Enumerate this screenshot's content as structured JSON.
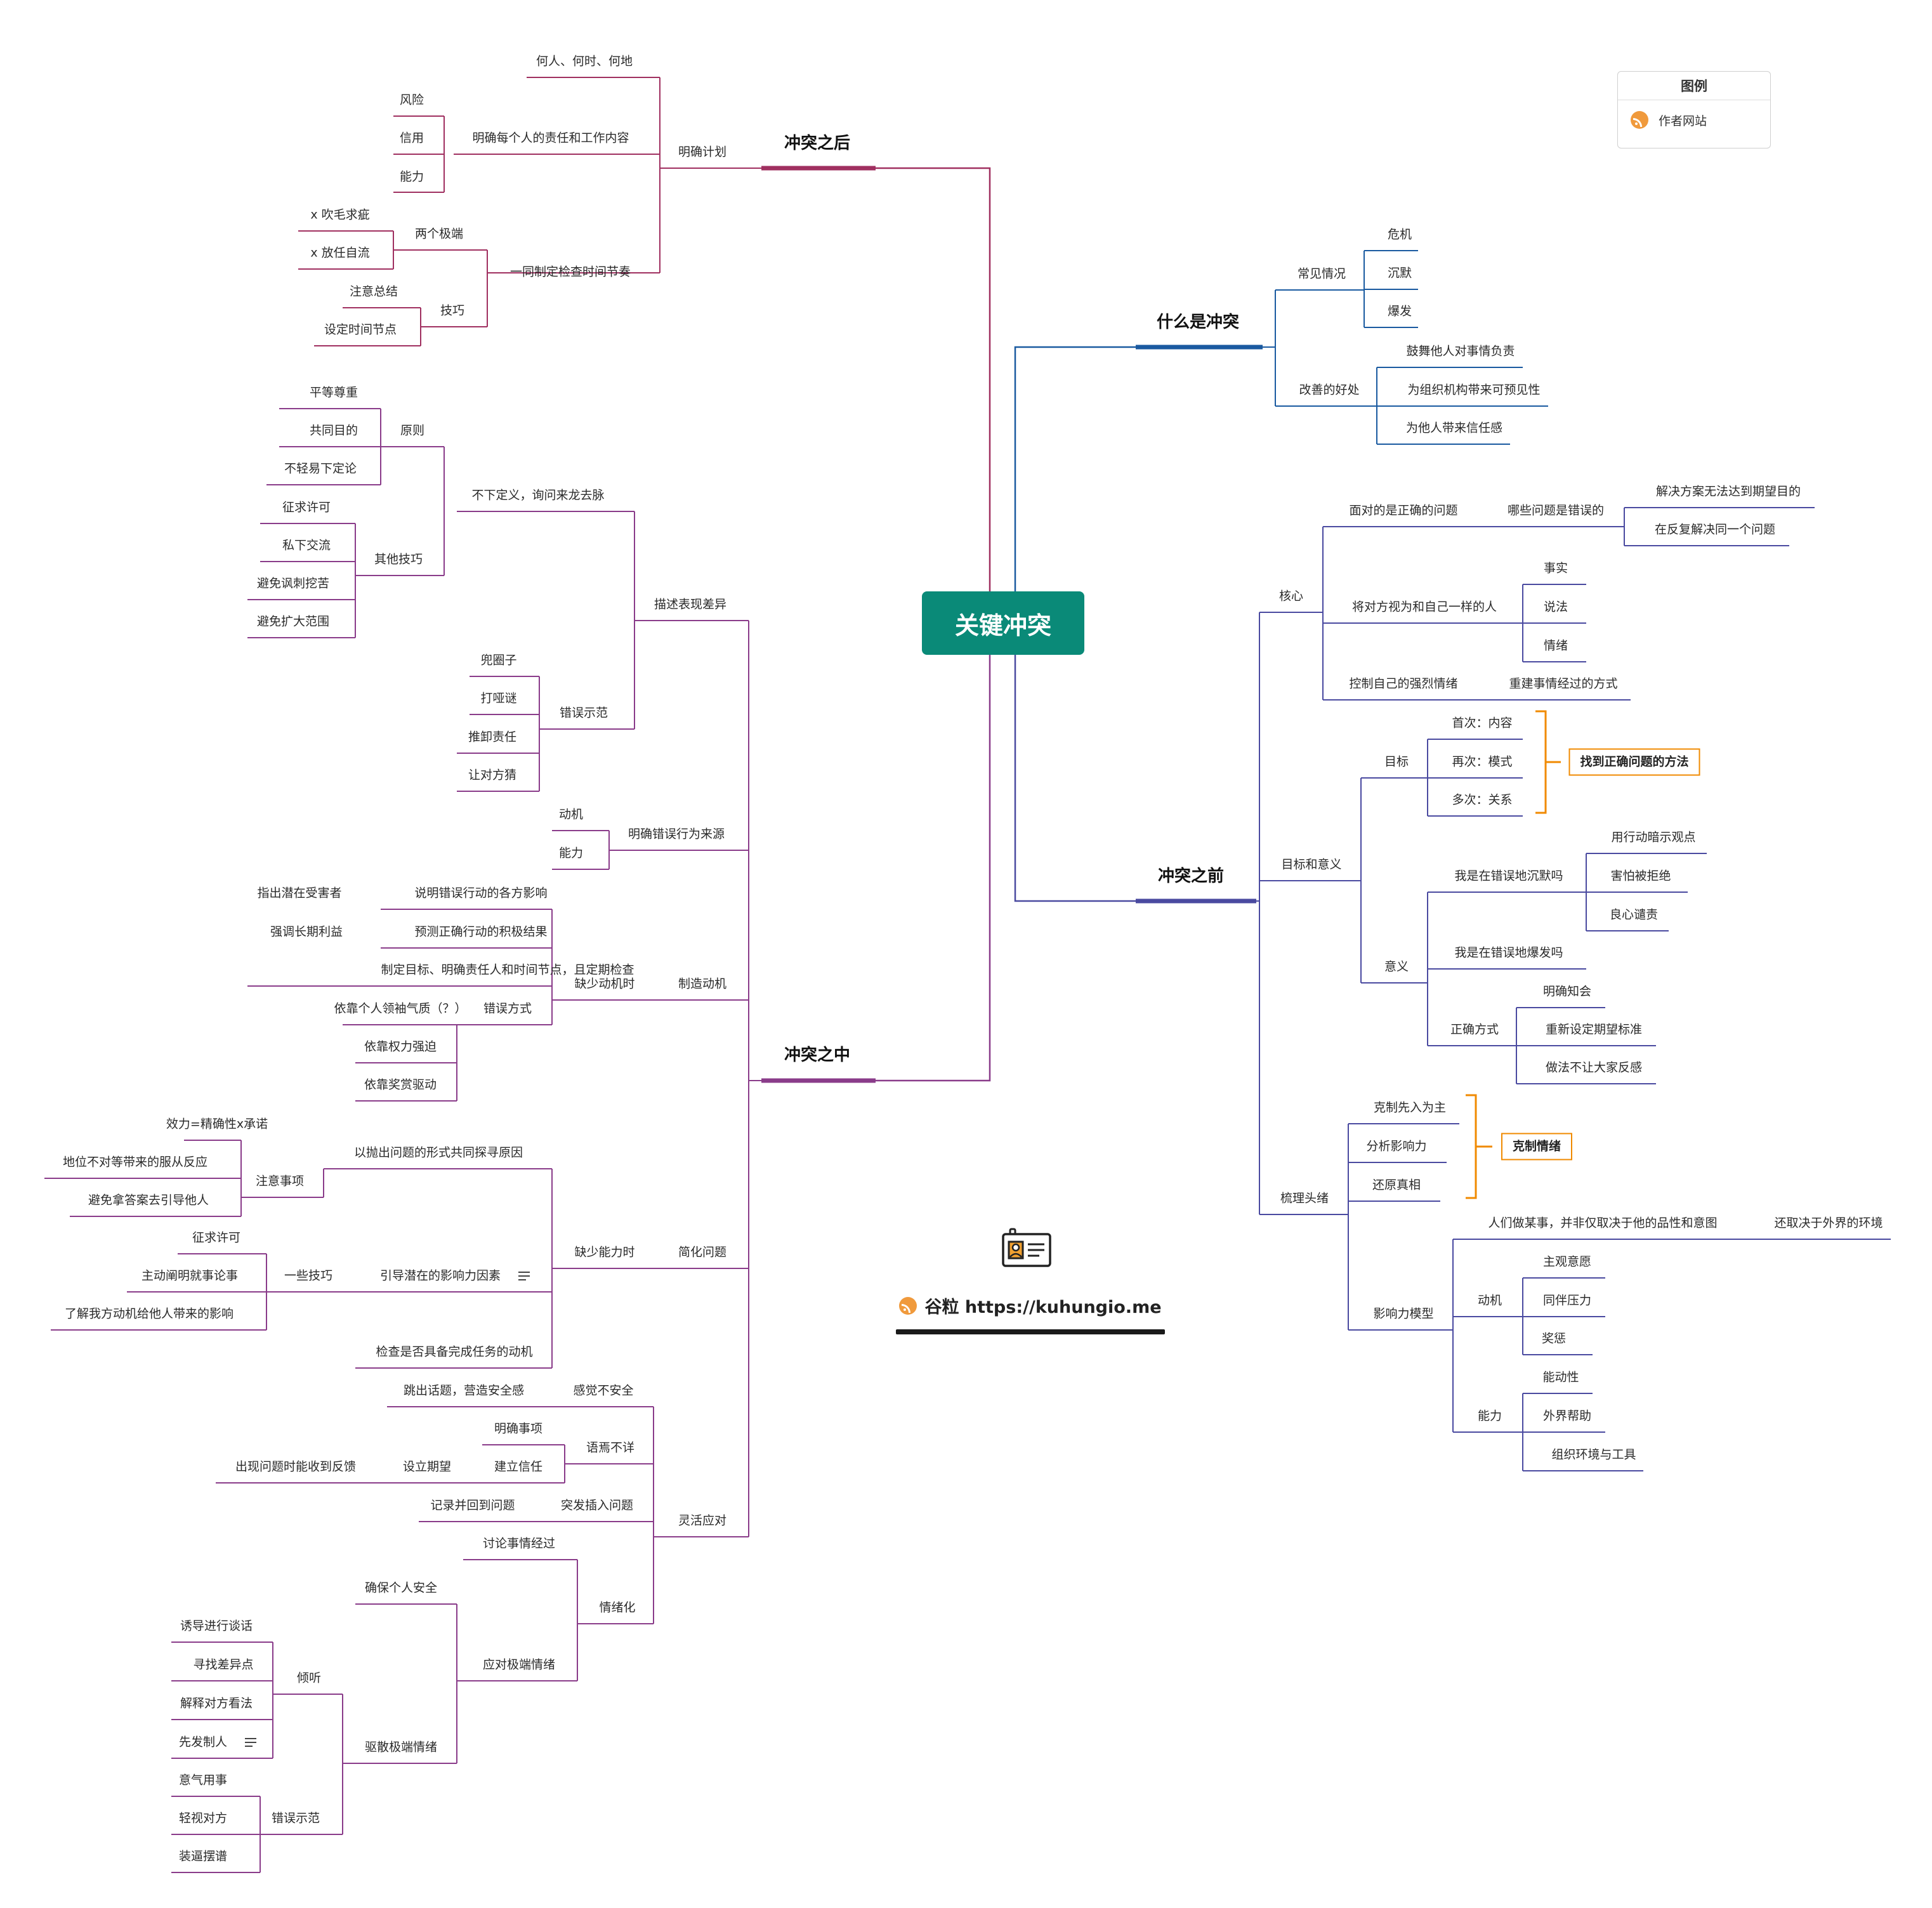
{
  "root": "关键冲突",
  "legend": {
    "title": "图例",
    "items": [
      {
        "label": "作者网站",
        "icon": "rss-icon"
      }
    ]
  },
  "brand": {
    "name": "谷粒 https://kuhungio.me",
    "icon": "id-card-icon"
  },
  "colors": {
    "root": "#0a8a78",
    "after": "#a03060",
    "during": "#8a3c8a",
    "what": "#1a5aa0",
    "before": "#4a4aa0",
    "highlight": "#f08a00"
  },
  "branches": {
    "after": {
      "label": "冲突之后",
      "children": [
        {
          "label": "明确计划",
          "children": [
            {
              "label": "何人、何时、何地"
            },
            {
              "label": "明确每个人的责任和工作内容",
              "children": [
                {
                  "label": "风险"
                },
                {
                  "label": "信用"
                },
                {
                  "label": "能力"
                }
              ]
            },
            {
              "label": "一同制定检查时间节奏",
              "children": [
                {
                  "label": "两个极端",
                  "children": [
                    {
                      "label": "x 吹毛求疵"
                    },
                    {
                      "label": "x 放任自流"
                    }
                  ]
                },
                {
                  "label": "技巧",
                  "children": [
                    {
                      "label": "注意总结"
                    },
                    {
                      "label": "设定时间节点"
                    }
                  ]
                }
              ]
            }
          ]
        }
      ]
    },
    "during": {
      "label": "冲突之中",
      "children": [
        {
          "label": "描述表现差异",
          "children": [
            {
              "label": "不下定义，询问来龙去脉",
              "children": [
                {
                  "label": "原则",
                  "children": [
                    {
                      "label": "平等尊重"
                    },
                    {
                      "label": "共同目的"
                    },
                    {
                      "label": "不轻易下定论"
                    }
                  ]
                },
                {
                  "label": "其他技巧",
                  "children": [
                    {
                      "label": "征求许可"
                    },
                    {
                      "label": "私下交流"
                    },
                    {
                      "label": "避免讽刺挖苦"
                    },
                    {
                      "label": "避免扩大范围"
                    }
                  ]
                }
              ]
            },
            {
              "label": "错误示范",
              "children": [
                {
                  "label": "兜圈子"
                },
                {
                  "label": "打哑谜"
                },
                {
                  "label": "推卸责任"
                },
                {
                  "label": "让对方猜"
                }
              ]
            }
          ]
        },
        {
          "label": "明确错误行为来源",
          "children": [
            {
              "label": "动机"
            },
            {
              "label": "能力"
            }
          ]
        },
        {
          "label": "制造动机",
          "children": [
            {
              "label": "缺少动机时",
              "children": [
                {
                  "label": "说明错误行动的各方影响",
                  "children": [
                    {
                      "label": "指出潜在受害者"
                    }
                  ]
                },
                {
                  "label": "预测正确行动的积极结果",
                  "children": [
                    {
                      "label": "强调长期利益"
                    }
                  ]
                },
                {
                  "label": "制定目标、明确责任人和时间节点，且定期检查"
                },
                {
                  "label": "错误方式",
                  "children": [
                    {
                      "label": "依靠个人领袖气质（？）"
                    },
                    {
                      "label": "依靠权力强迫"
                    },
                    {
                      "label": "依靠奖赏驱动"
                    }
                  ]
                }
              ]
            }
          ]
        },
        {
          "label": "简化问题",
          "children": [
            {
              "label": "缺少能力时",
              "children": [
                {
                  "label": "以抛出问题的形式共同探寻原因",
                  "children": [
                    {
                      "label": "注意事项",
                      "children": [
                        {
                          "label": "效力=精确性x承诺"
                        },
                        {
                          "label": "地位不对等带来的服从反应"
                        },
                        {
                          "label": "避免拿答案去引导他人"
                        }
                      ]
                    }
                  ]
                },
                {
                  "label": "引导潜在的影响力因素",
                  "children": [
                    {
                      "label": "一些技巧",
                      "children": [
                        {
                          "label": "征求许可"
                        },
                        {
                          "label": "主动阐明就事论事"
                        },
                        {
                          "label": "了解我方动机给他人带来的影响"
                        }
                      ]
                    }
                  ]
                },
                {
                  "label": "检查是否具备完成任务的动机"
                }
              ]
            }
          ]
        },
        {
          "label": "灵活应对",
          "children": [
            {
              "label": "感觉不安全",
              "children": [
                {
                  "label": "跳出话题，营造安全感"
                }
              ]
            },
            {
              "label": "语焉不详",
              "children": [
                {
                  "label": "明确事项"
                },
                {
                  "label": "建立信任",
                  "children": [
                    {
                      "label": "设立期望",
                      "children": [
                        {
                          "label": "出现问题时能收到反馈"
                        }
                      ]
                    }
                  ]
                }
              ]
            },
            {
              "label": "突发插入问题",
              "children": [
                {
                  "label": "记录并回到问题"
                }
              ]
            },
            {
              "label": "情绪化",
              "children": [
                {
                  "label": "讨论事情经过"
                },
                {
                  "label": "应对极端情绪",
                  "children": [
                    {
                      "label": "确保个人安全"
                    },
                    {
                      "label": "驱散极端情绪",
                      "children": [
                        {
                          "label": "倾听",
                          "children": [
                            {
                              "label": "诱导进行谈话"
                            },
                            {
                              "label": "寻找差异点"
                            },
                            {
                              "label": "解释对方看法"
                            },
                            {
                              "label": "先发制人"
                            }
                          ]
                        },
                        {
                          "label": "错误示范",
                          "children": [
                            {
                              "label": "意气用事"
                            },
                            {
                              "label": "轻视对方"
                            },
                            {
                              "label": "装逼摆谱"
                            }
                          ]
                        }
                      ]
                    }
                  ]
                }
              ]
            }
          ]
        }
      ]
    },
    "what": {
      "label": "什么是冲突",
      "children": [
        {
          "label": "常见情况",
          "children": [
            {
              "label": "危机"
            },
            {
              "label": "沉默"
            },
            {
              "label": "爆发"
            }
          ]
        },
        {
          "label": "改善的好处",
          "children": [
            {
              "label": "鼓舞他人对事情负责"
            },
            {
              "label": "为组织机构带来可预见性"
            },
            {
              "label": "为他人带来信任感"
            }
          ]
        }
      ]
    },
    "before": {
      "label": "冲突之前",
      "children": [
        {
          "label": "核心",
          "children": [
            {
              "label": "面对的是正确的问题",
              "children": [
                {
                  "label": "哪些问题是错误的",
                  "children": [
                    {
                      "label": "解决方案无法达到期望目的"
                    },
                    {
                      "label": "在反复解决同一个问题"
                    }
                  ]
                }
              ]
            },
            {
              "label": "将对方视为和自己一样的人",
              "children": [
                {
                  "label": "事实"
                },
                {
                  "label": "说法"
                },
                {
                  "label": "情绪"
                }
              ]
            },
            {
              "label": "控制自己的强烈情绪",
              "children": [
                {
                  "label": "重建事情经过的方式"
                }
              ]
            }
          ]
        },
        {
          "label": "目标和意义",
          "children": [
            {
              "label": "目标",
              "children": [
                {
                  "label": "首次：内容"
                },
                {
                  "label": "再次：模式"
                },
                {
                  "label": "多次：关系"
                }
              ],
              "summary": "找到正确问题的方法"
            },
            {
              "label": "意义",
              "children": [
                {
                  "label": "我是在错误地沉默吗",
                  "children": [
                    {
                      "label": "用行动暗示观点"
                    },
                    {
                      "label": "害怕被拒绝"
                    },
                    {
                      "label": "良心谴责"
                    }
                  ]
                },
                {
                  "label": "我是在错误地爆发吗"
                },
                {
                  "label": "正确方式",
                  "children": [
                    {
                      "label": "明确知会"
                    },
                    {
                      "label": "重新设定期望标准"
                    },
                    {
                      "label": "做法不让大家反感"
                    }
                  ]
                }
              ]
            }
          ]
        },
        {
          "label": "梳理头绪",
          "children": [
            {
              "label": "克制先入为主"
            },
            {
              "label": "分析影响力"
            },
            {
              "label": "还原真相"
            },
            {
              "label": "影响力模型",
              "children": [
                {
                  "label": "人们做某事，并非仅取决于他的品性和意图",
                  "children": [
                    {
                      "label": "还取决于外界的环境"
                    }
                  ]
                },
                {
                  "label": "动机",
                  "children": [
                    {
                      "label": "主观意愿"
                    },
                    {
                      "label": "同伴压力"
                    },
                    {
                      "label": "奖惩"
                    }
                  ]
                },
                {
                  "label": "能力",
                  "children": [
                    {
                      "label": "能动性"
                    },
                    {
                      "label": "外界帮助"
                    },
                    {
                      "label": "组织环境与工具"
                    }
                  ]
                }
              ]
            }
          ],
          "summary": "克制情绪"
        }
      ]
    }
  }
}
